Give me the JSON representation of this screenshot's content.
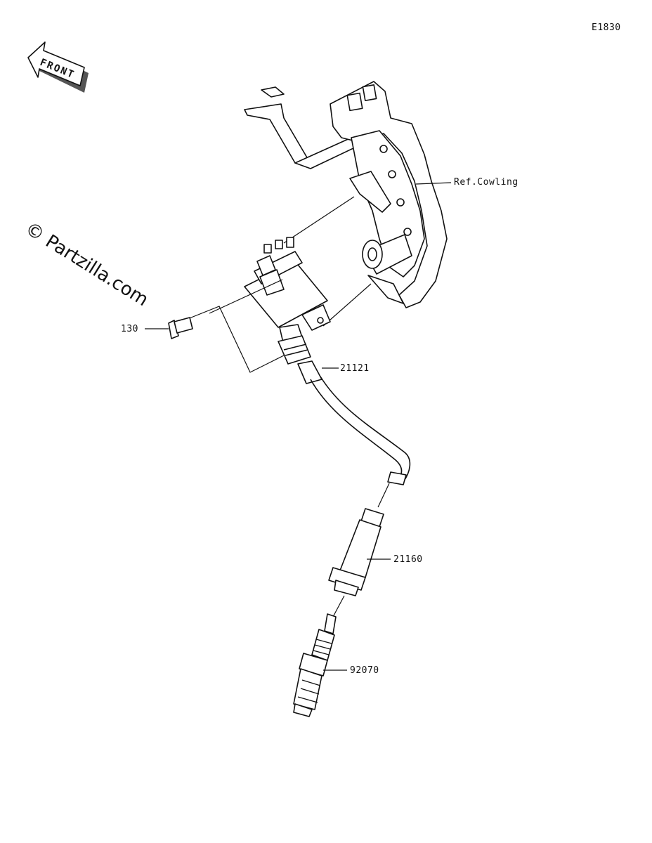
{
  "diagram": {
    "code": "E1830",
    "front_label": "FRONT",
    "watermark": "© Partzilla.com",
    "callouts": {
      "bolt": "130",
      "ignition_coil": "21121",
      "plug_cap": "21160",
      "spark_plug": "92070",
      "ref_cowling": "Ref.Cowling"
    }
  }
}
